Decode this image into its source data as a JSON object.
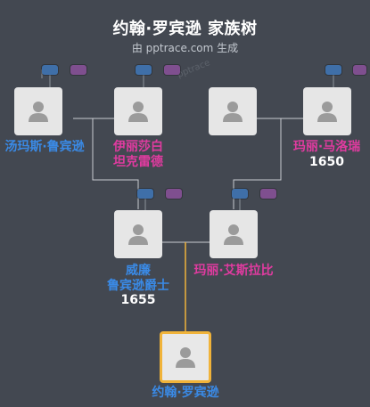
{
  "header": {
    "title": "约翰·罗宾逊 家族树",
    "subtitle": "由 pptrace.com 生成",
    "watermark": "pptrace"
  },
  "colors": {
    "background": "#434851",
    "male_name": "#3a8ae6",
    "female_name": "#e03ba0",
    "focus_border": "#f0b33a",
    "male_badge": "#3f6fa8",
    "female_badge": "#7f4f8f"
  },
  "people": {
    "thomas": {
      "name": "汤玛斯·鲁宾逊",
      "gender": "male",
      "icon": "person-icon"
    },
    "elizabeth": {
      "name_line1": "伊丽莎白",
      "name_line2": "坦克雷德",
      "gender": "female",
      "icon": "person-icon"
    },
    "unknown": {
      "gender": "unknown",
      "icon": "person-icon"
    },
    "mary_malory": {
      "name": "玛丽·马洛瑞",
      "year": "1650",
      "gender": "female",
      "icon": "person-icon"
    },
    "william": {
      "name_line1": "威廉",
      "name_line2": "鲁宾逊爵士",
      "year": "1655",
      "gender": "male",
      "icon": "person-icon"
    },
    "mary_astley": {
      "name": "玛丽·艾斯拉比",
      "gender": "female",
      "icon": "person-icon"
    },
    "john": {
      "name": "约翰·罗宾逊",
      "gender": "male",
      "icon": "person-icon",
      "focus": true
    }
  }
}
